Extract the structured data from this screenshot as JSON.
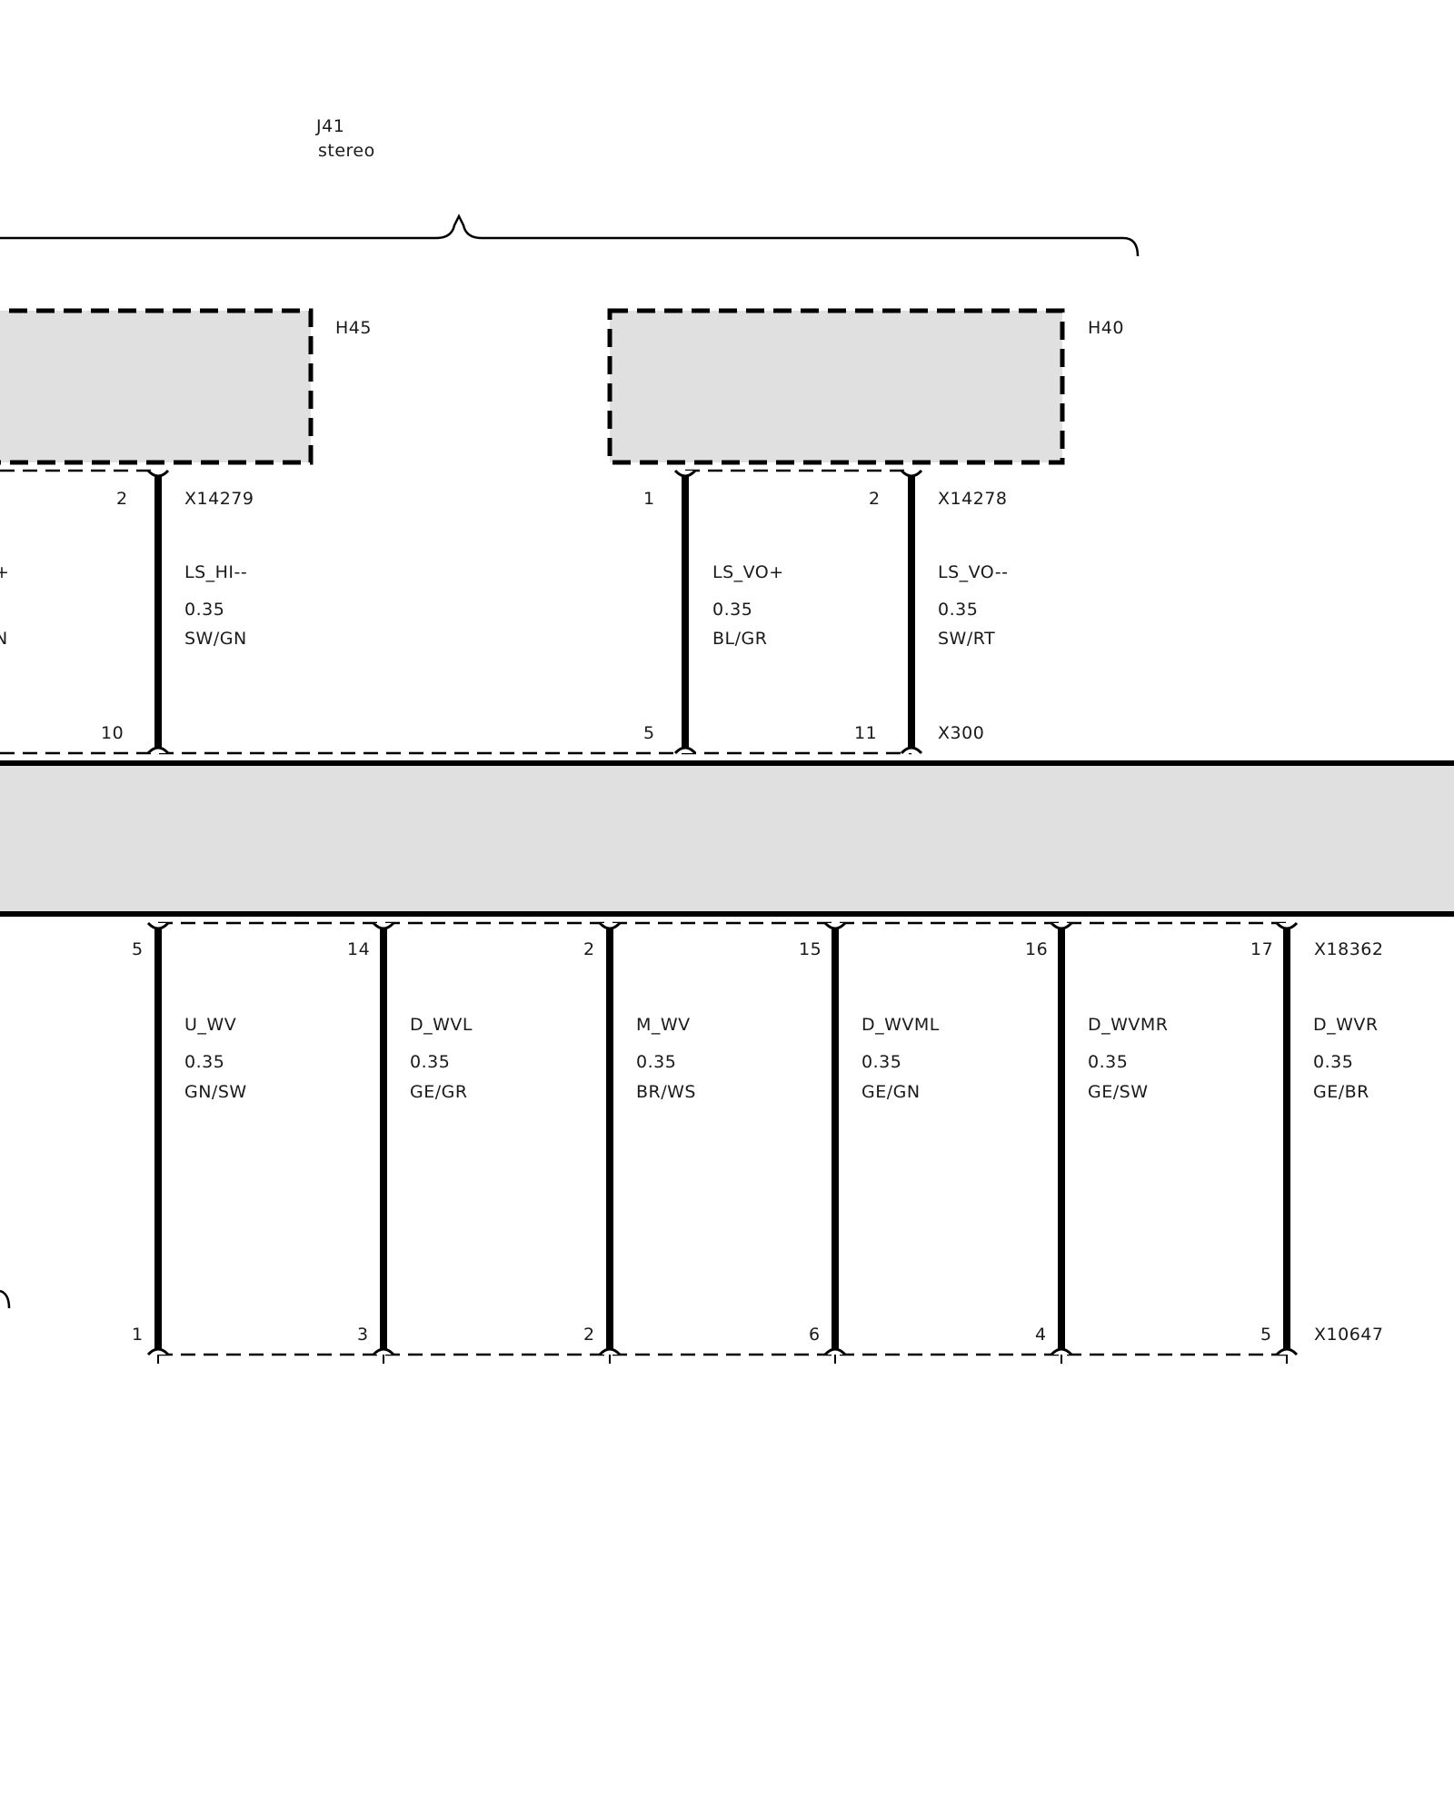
{
  "group": {
    "id": "J41",
    "name": "stereo"
  },
  "components": [
    {
      "id": "H45"
    },
    {
      "id": "H40"
    }
  ],
  "connectors": {
    "left_speaker": "X14279",
    "right_speaker": "X14278",
    "top_module": "X300",
    "bottom_module": "X18362",
    "bottom_end": "X10647"
  },
  "top_wires": [
    {
      "signal": "+",
      "size": "",
      "color": "N",
      "pin_top": "",
      "pin_bottom": "",
      "partial": true
    },
    {
      "signal": "LS_HI--",
      "size": "0.35",
      "color": "SW/GN",
      "pin_top": "2",
      "pin_bottom": "10"
    },
    {
      "signal": "LS_VO+",
      "size": "0.35",
      "color": "BL/GR",
      "pin_top": "1",
      "pin_bottom": "5"
    },
    {
      "signal": "LS_VO--",
      "size": "0.35",
      "color": "SW/RT",
      "pin_top": "2",
      "pin_bottom": "11"
    }
  ],
  "bottom_wires": [
    {
      "signal": "U_WV",
      "size": "0.35",
      "color": "GN/SW",
      "pin_top": "5",
      "pin_bottom": "1"
    },
    {
      "signal": "D_WVL",
      "size": "0.35",
      "color": "GE/GR",
      "pin_top": "14",
      "pin_bottom": "3"
    },
    {
      "signal": "M_WV",
      "size": "0.35",
      "color": "BR/WS",
      "pin_top": "2",
      "pin_bottom": "2"
    },
    {
      "signal": "D_WVML",
      "size": "0.35",
      "color": "GE/GN",
      "pin_top": "15",
      "pin_bottom": "6"
    },
    {
      "signal": "D_WVMR",
      "size": "0.35",
      "color": "GE/SW",
      "pin_top": "16",
      "pin_bottom": "4"
    },
    {
      "signal": "D_WVR",
      "size": "0.35",
      "color": "GE/BR",
      "pin_top": "17",
      "pin_bottom": "5"
    }
  ],
  "colors": {
    "fill": "#e0e0e0",
    "line": "#000000",
    "text": "#1a1a1a"
  }
}
